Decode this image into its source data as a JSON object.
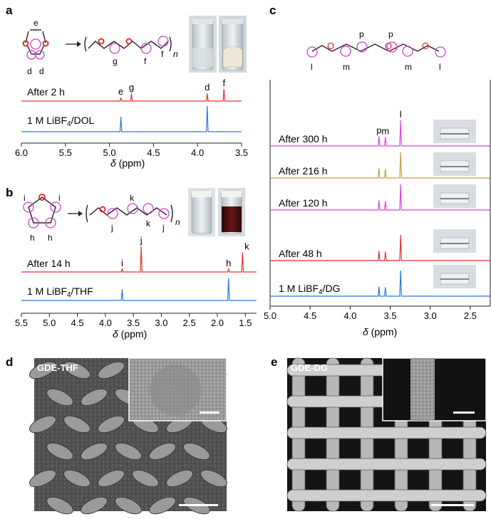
{
  "colors": {
    "red": "#e8322d",
    "blue": "#2f78e0",
    "magenta": "#e040e0",
    "gold": "#c8a040",
    "circle": "#d040d0",
    "atom_red": "#e02020"
  },
  "panels": {
    "a": {
      "letter": "a",
      "labels": {
        "e": "e",
        "d": "d",
        "g": "g",
        "f": "f",
        "n": "n"
      }
    },
    "b": {
      "letter": "b",
      "labels": {
        "i": "i",
        "h": "h",
        "j": "j",
        "k": "k",
        "n": "n"
      }
    },
    "c": {
      "letter": "c",
      "labels": {
        "l": "l",
        "m": "m",
        "p": "p"
      }
    },
    "d": {
      "letter": "d",
      "tag": "GDE-THF"
    },
    "e": {
      "letter": "e",
      "tag": "GDE-DG"
    }
  },
  "chart_data": [
    {
      "panel": "a",
      "type": "line",
      "xlabel": "δ (ppm)",
      "xlim": [
        6.0,
        3.5
      ],
      "x_reversed": true,
      "xticks": [
        "6.0",
        "5.5",
        "5.0",
        "4.5",
        "4.0",
        "3.5"
      ],
      "series": [
        {
          "name": "After 2 h",
          "color": "red",
          "peaks": [
            {
              "x": 4.87,
              "h": 0.12,
              "label": "e"
            },
            {
              "x": 4.75,
              "h": 0.27,
              "label": "g"
            },
            {
              "x": 3.89,
              "h": 0.27,
              "label": "d"
            },
            {
              "x": 3.7,
              "h": 0.42,
              "label": "f"
            }
          ]
        },
        {
          "name": "1 M LiBF4/DOL",
          "color": "blue",
          "peaks": [
            {
              "x": 4.87,
              "h": 0.35
            },
            {
              "x": 3.89,
              "h": 0.6
            }
          ]
        }
      ]
    },
    {
      "panel": "b",
      "type": "line",
      "xlabel": "δ (ppm)",
      "xlim": [
        5.5,
        1.3
      ],
      "x_reversed": true,
      "xticks": [
        "5.5",
        "5.0",
        "4.5",
        "4.0",
        "3.5",
        "3.0",
        "2.5",
        "2.0",
        "1.5"
      ],
      "series": [
        {
          "name": "After 14 h",
          "color": "red",
          "peaks": [
            {
              "x": 3.7,
              "h": 0.08,
              "label": "i"
            },
            {
              "x": 3.36,
              "h": 0.72,
              "label": "j"
            },
            {
              "x": 1.8,
              "h": 0.08,
              "label": "h"
            },
            {
              "x": 1.55,
              "h": 0.55,
              "label": "k"
            }
          ]
        },
        {
          "name": "1 M LiBF4/THF",
          "color": "blue",
          "peaks": [
            {
              "x": 3.7,
              "h": 0.35
            },
            {
              "x": 1.8,
              "h": 0.7
            }
          ]
        }
      ]
    },
    {
      "panel": "c",
      "type": "line",
      "xlabel": "δ (ppm)",
      "xlim": [
        5.0,
        2.25
      ],
      "x_reversed": true,
      "xticks": [
        "5.0",
        "4.5",
        "4.0",
        "3.5",
        "3.0",
        "2.5"
      ],
      "series": [
        {
          "name": "After 300 h",
          "color": "magenta",
          "peaks": [
            {
              "x": 3.64,
              "h": 0.45,
              "label": "p"
            },
            {
              "x": 3.56,
              "h": 0.42,
              "label": "m"
            },
            {
              "x": 3.37,
              "h": 1.2,
              "label": "l"
            }
          ]
        },
        {
          "name": "After 216 h",
          "color": "gold",
          "peaks": [
            {
              "x": 3.64,
              "h": 0.45
            },
            {
              "x": 3.56,
              "h": 0.42
            },
            {
              "x": 3.37,
              "h": 1.2
            }
          ]
        },
        {
          "name": "After 120 h",
          "color": "magenta",
          "peaks": [
            {
              "x": 3.64,
              "h": 0.45
            },
            {
              "x": 3.56,
              "h": 0.42
            },
            {
              "x": 3.37,
              "h": 1.2
            }
          ]
        },
        {
          "name": "After 48 h",
          "color": "red",
          "peaks": [
            {
              "x": 3.64,
              "h": 0.45
            },
            {
              "x": 3.56,
              "h": 0.42
            },
            {
              "x": 3.37,
              "h": 1.2
            }
          ]
        },
        {
          "name": "1 M LiBF4/DG",
          "color": "blue",
          "peaks": [
            {
              "x": 3.64,
              "h": 0.45
            },
            {
              "x": 3.56,
              "h": 0.42
            },
            {
              "x": 3.37,
              "h": 1.2
            }
          ]
        }
      ]
    }
  ]
}
